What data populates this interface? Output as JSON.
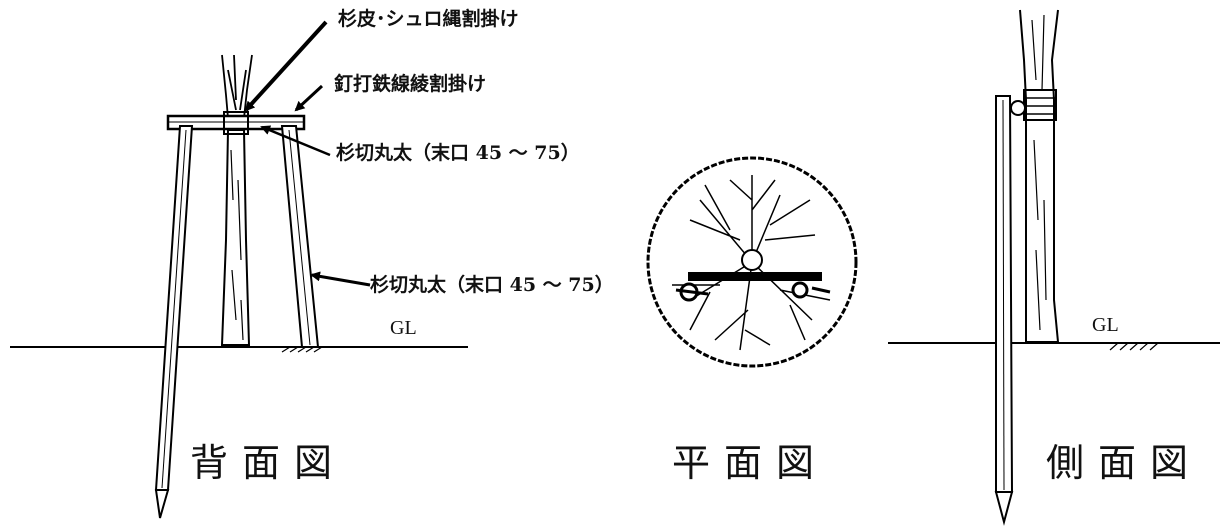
{
  "labels": {
    "bark_rope": "杉皮･シュロ縄割掛け",
    "nail_wire": "釘打鉄線綾割掛け",
    "crossbar_log": "杉切丸太（末口 45 ～ 75）",
    "stake_log": "杉切丸太（末口 45 ～ 75）",
    "gl_back": "GL",
    "gl_side": "GL"
  },
  "views": {
    "back": "背面図",
    "plan": "平面図",
    "side": "側面図"
  }
}
